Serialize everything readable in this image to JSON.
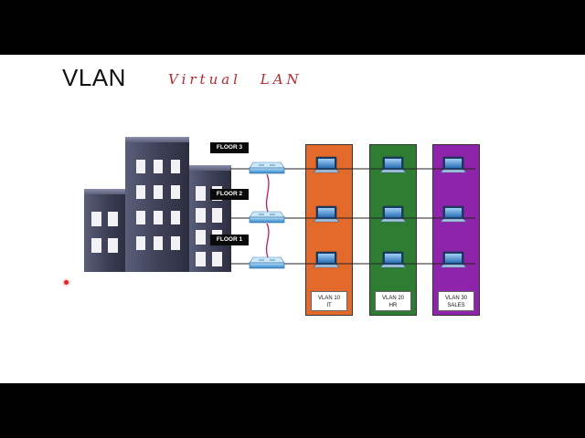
{
  "slide": {
    "title": "VLAN",
    "handwritten_note": "Virtual LAN"
  },
  "floors": [
    {
      "label": "FLOOR 3"
    },
    {
      "label": "FLOOR 2"
    },
    {
      "label": "FLOOR 1"
    }
  ],
  "vlans": [
    {
      "id_label": "VLAN 10",
      "dept_label": "IT",
      "color": "#e46a2c"
    },
    {
      "id_label": "VLAN 20",
      "dept_label": "HR",
      "color": "#2e7d32"
    },
    {
      "id_label": "VLAN 30",
      "dept_label": "SALES",
      "color": "#8e24aa"
    }
  ],
  "colors": {
    "building": "#3f4258",
    "window": "#f2f2f6",
    "switch": "#4f9fd8",
    "trunk_link": "#c2185b",
    "pc": "#2b6fb5"
  }
}
